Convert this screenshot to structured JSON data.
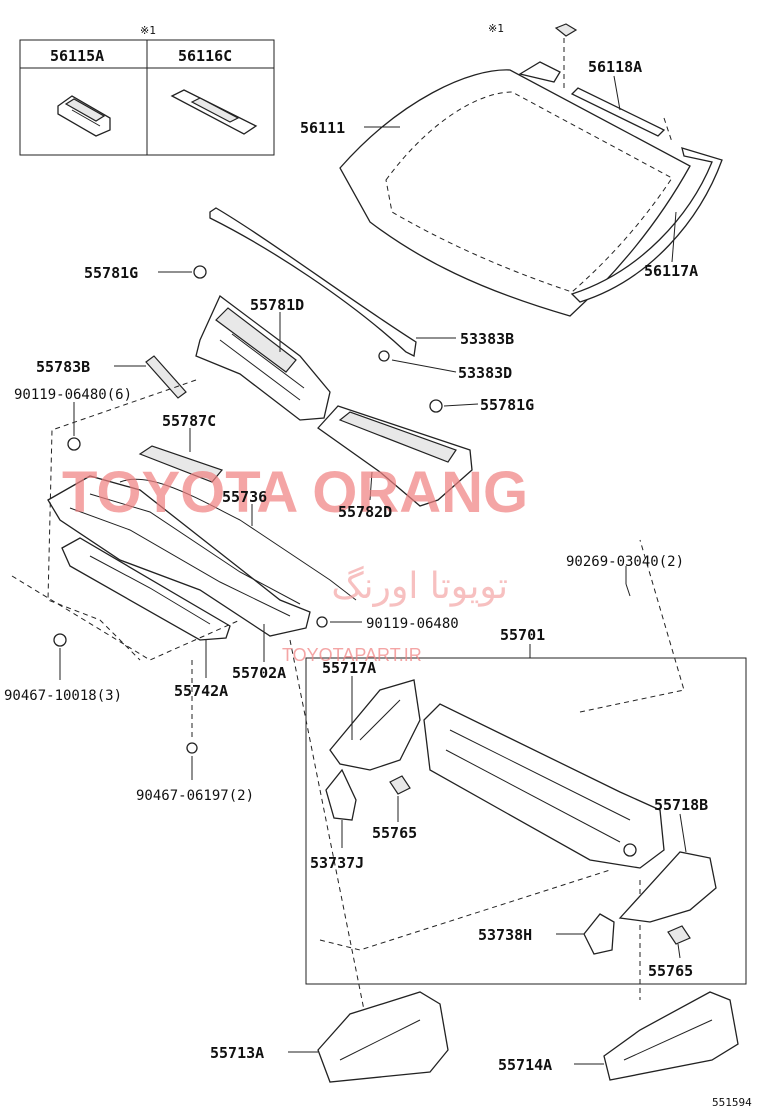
{
  "inset": {
    "marker": "※1",
    "cols": [
      "56115A",
      "56116C"
    ]
  },
  "labels": {
    "p56111": "56111",
    "p56118A": "56118A",
    "p56117A": "56117A",
    "p55781G_left": "55781G",
    "p55781D": "55781D",
    "p53383B": "53383B",
    "p53383D": "53383D",
    "p55783B": "55783B",
    "p90119_06480_6": "90119-06480(6)",
    "p55781G_right": "55781G",
    "p55787C": "55787C",
    "p55736": "55736",
    "p55782D": "55782D",
    "p90269_03040_2": "90269-03040(2)",
    "p90119_06480": "90119-06480",
    "p55701": "55701",
    "p55702A": "55702A",
    "p55717A": "55717A",
    "p90467_10018_3": "90467-10018(3)",
    "p55742A": "55742A",
    "p90467_06197_2": "90467-06197(2)",
    "p55765_top": "55765",
    "p55718B": "55718B",
    "p53737J": "53737J",
    "p53738H": "53738H",
    "p55765_bottom": "55765",
    "p55713A": "55713A",
    "p55714A": "55714A",
    "top_marker": "※1",
    "figure_id": "551594"
  },
  "watermark": {
    "latin": "TOYOTA ORANG",
    "persian": "تویوتا اورنگ",
    "site": "TOYOTAPART.IR"
  }
}
